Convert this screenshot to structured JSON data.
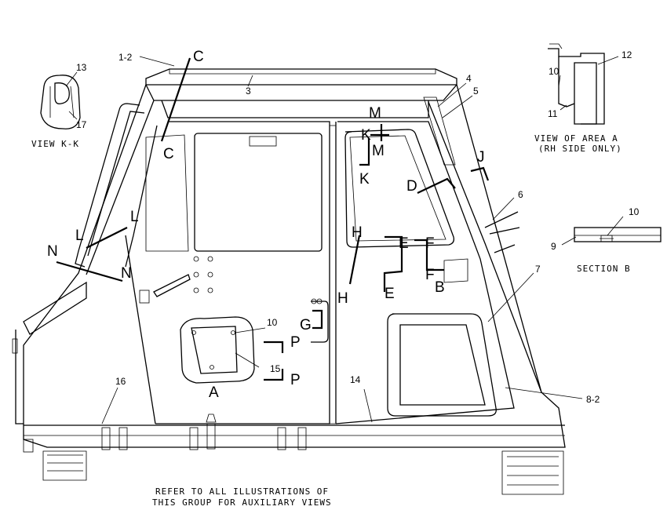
{
  "captions": {
    "view_kk": "VIEW K-K",
    "view_area_a_line1": "VIEW OF AREA A",
    "view_area_a_line2": "(RH SIDE ONLY)",
    "section_b": "SECTION B",
    "footer_line1": "REFER TO ALL ILLUSTRATIONS OF",
    "footer_line2": "THIS GROUP FOR AUXILIARY VIEWS"
  },
  "part_numbers": {
    "p1_2": "1-2",
    "p3": "3",
    "p4": "4",
    "p5": "5",
    "p6": "6",
    "p7": "7",
    "p8_2": "8-2",
    "p9": "9",
    "p10_section": "10",
    "p10_area": "10",
    "p10_main": "10",
    "p11": "11",
    "p12": "12",
    "p13": "13",
    "p14": "14",
    "p15": "15",
    "p16": "16",
    "p17": "17"
  },
  "section_letters": {
    "c_top": "C",
    "c_mid": "C",
    "m1": "M",
    "m2": "M",
    "k1": "K",
    "k2": "K",
    "j": "J",
    "d": "D",
    "l1": "L",
    "l2": "L",
    "n1": "N",
    "n2": "N",
    "h1": "H",
    "h2": "H",
    "e1": "E",
    "e2": "E",
    "f1": "F",
    "f2": "F",
    "b": "B",
    "g": "G",
    "p1": "P",
    "p2": "P",
    "a": "A"
  }
}
